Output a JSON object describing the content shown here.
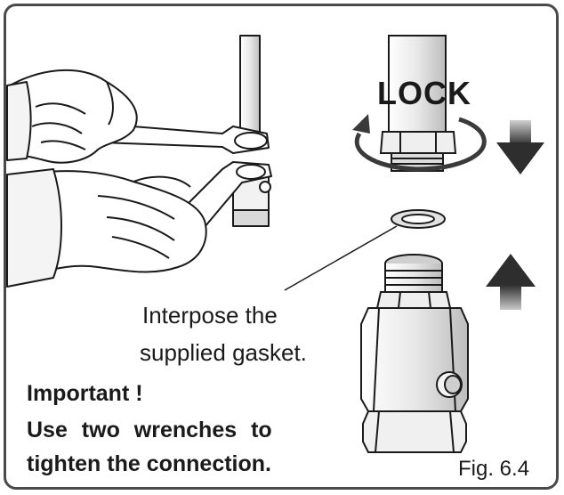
{
  "labels": {
    "lock": "LOCK",
    "gasket_line1": "Interpose the",
    "gasket_line2": "supplied gasket.",
    "important_title": "Important !",
    "important_line1": "Use two wrenches to",
    "important_line2": "tighten the connection.",
    "figure": "Fig. 6.4"
  },
  "icons": {
    "rotate": "rotation-arrow-icon",
    "down": "down-arrow-icon",
    "up": "up-arrow-icon"
  },
  "colors": {
    "line": "#1a1a1a",
    "arrow_dark": "#3a3a3a",
    "arrow_light": "#9a9a9a",
    "frame": "#4a4a4a"
  }
}
